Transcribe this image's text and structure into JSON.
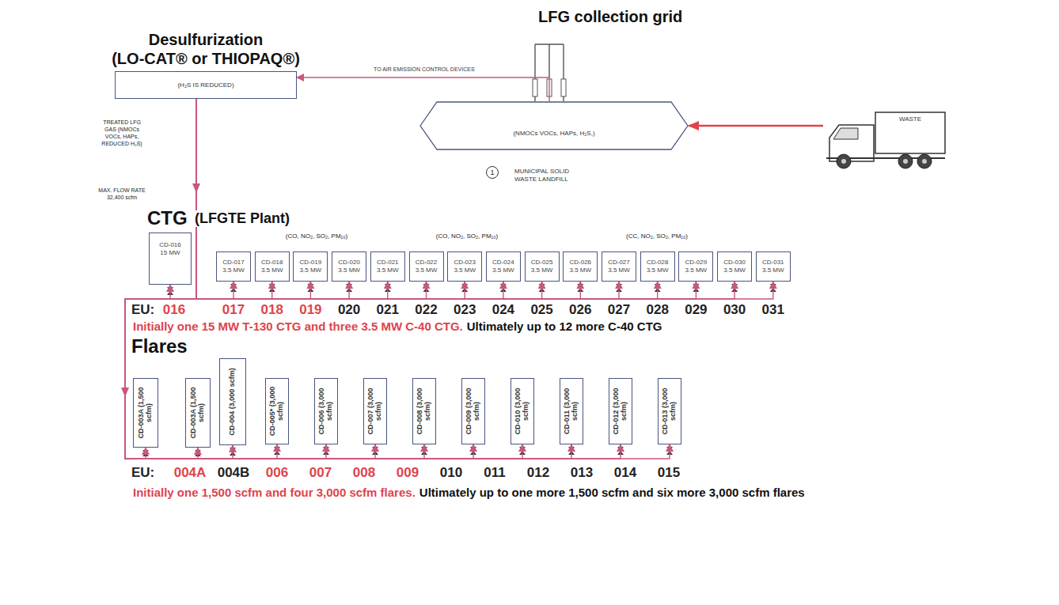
{
  "diagram": {
    "nodes": [
      {
        "text": [
          "Desulfurization",
          "(LO-CAT® or THIOPAQ®)",
          "(H₂S IS REDUCED)"
        ]
      },
      {
        "text": [
          "(NMOCs VOCs, HAPs, H₂S,)",
          "MUNICIPAL SOLID WASTE LANDFILL"
        ]
      },
      {
        "text": [
          "WASTE"
        ]
      },
      {
        "text": [
          "CD-016",
          "15 MW"
        ]
      },
      {
        "text": [
          "CD-017",
          "3.5 MW"
        ]
      },
      {
        "text": [
          "CD-018",
          "3.5 MW"
        ]
      },
      {
        "text": [
          "CD-019",
          "3.5 MW"
        ]
      },
      {
        "text": [
          "CD-020",
          "3.5 MW"
        ]
      },
      {
        "text": [
          "CD-021",
          "3.5 MW"
        ]
      },
      {
        "text": [
          "CD-022",
          "3.5 MW"
        ]
      },
      {
        "text": [
          "CD-023",
          "3.5 MW"
        ]
      },
      {
        "text": [
          "CD-024",
          "3.5 MW"
        ]
      },
      {
        "text": [
          "CD-025",
          "3.5 MW"
        ]
      },
      {
        "text": [
          "CD-026",
          "3.5 MW"
        ]
      },
      {
        "text": [
          "CD-027",
          "3.5 MW"
        ]
      },
      {
        "text": [
          "CD-028",
          "3.5 MW"
        ]
      },
      {
        "text": [
          "CD-029",
          "3.5 MW"
        ]
      },
      {
        "text": [
          "CD-030",
          "3.5 MW"
        ]
      },
      {
        "text": [
          "CD-031",
          "3.5 MW"
        ]
      },
      {
        "text": [
          "CD-003A (1,500 scfm)"
        ]
      },
      {
        "text": [
          "CD-003A (1,500 scfm)"
        ]
      },
      {
        "text": [
          "CD-004 (3,000 scfm)"
        ]
      },
      {
        "text": [
          "CD-005* (3,000 scfm)"
        ]
      },
      {
        "text": [
          "CD-006 (3,000 scfm)"
        ]
      },
      {
        "text": [
          "CD-007 (3,000 scfm)"
        ]
      },
      {
        "text": [
          "CD-008 (3,000 scfm)"
        ]
      },
      {
        "text": [
          "CD-009 (3,000 scfm)"
        ]
      },
      {
        "text": [
          "CD-010 (3,000 scfm)"
        ]
      },
      {
        "text": [
          "CD-011 (3,000 scfm)"
        ]
      },
      {
        "text": [
          "CD-012 (3,000 scfm)"
        ]
      },
      {
        "text": [
          "CD-013 (3,000 scfm)"
        ]
      }
    ],
    "edges": [
      {
        "from": 1,
        "to": 0,
        "arrow": "to",
        "label": "TO AIR EMISSION CONTROL DEVICES"
      },
      {
        "from": 2,
        "to": 1,
        "arrow": "to"
      },
      {
        "from": 0,
        "to": 3,
        "arrow": "to"
      },
      {
        "from": 0,
        "to": 4,
        "arrow": "to"
      },
      {
        "from": 0,
        "to": 5,
        "arrow": "to"
      },
      {
        "from": 0,
        "to": 6,
        "arrow": "to"
      },
      {
        "from": 0,
        "to": 7,
        "arrow": "to"
      },
      {
        "from": 0,
        "to": 8,
        "arrow": "to"
      },
      {
        "from": 0,
        "to": 9,
        "arrow": "to"
      },
      {
        "from": 0,
        "to": 10,
        "arrow": "to"
      },
      {
        "from": 0,
        "to": 11,
        "arrow": "to"
      },
      {
        "from": 0,
        "to": 12,
        "arrow": "to"
      },
      {
        "from": 0,
        "to": 13,
        "arrow": "to"
      },
      {
        "from": 0,
        "to": 14,
        "arrow": "to"
      },
      {
        "from": 0,
        "to": 15,
        "arrow": "to"
      },
      {
        "from": 0,
        "to": 16,
        "arrow": "to"
      },
      {
        "from": 0,
        "to": 17,
        "arrow": "to"
      },
      {
        "from": 0,
        "to": 18,
        "arrow": "to"
      },
      {
        "from": 0,
        "to": 19,
        "arrow": "to"
      },
      {
        "from": 0,
        "to": 20,
        "arrow": "to"
      },
      {
        "from": 0,
        "to": 21,
        "arrow": "to"
      },
      {
        "from": 0,
        "to": 22,
        "arrow": "to"
      },
      {
        "from": 0,
        "to": 23,
        "arrow": "to"
      },
      {
        "from": 0,
        "to": 24,
        "arrow": "to"
      },
      {
        "from": 0,
        "to": 25,
        "arrow": "to"
      },
      {
        "from": 0,
        "to": 26,
        "arrow": "to"
      },
      {
        "from": 0,
        "to": 27,
        "arrow": "to"
      },
      {
        "from": 0,
        "to": 28,
        "arrow": "to"
      },
      {
        "from": 0,
        "to": 29,
        "arrow": "to"
      },
      {
        "from": 0,
        "to": 30,
        "arrow": "to"
      }
    ],
    "labels": [
      "LFG collection grid",
      "1",
      "TREATED LFG GAS (NMOCs VOCs, HAPs, REDUCED H₂S)",
      "MAX. FLOW RATE 32,400 scfm",
      "CTG",
      "(LFGTE Plant)",
      "(CO, NO₂, SO₂, PM₁₀)",
      "(CO, NO₂, SO₂, PM₁₀)",
      "(CC, NO₂, SO₂, PM₁₀)",
      "EU:",
      "016",
      "017",
      "018",
      "019",
      "020",
      "021",
      "022",
      "023",
      "024",
      "025",
      "026",
      "027",
      "028",
      "029",
      "030",
      "031",
      "Initially one 15 MW T-130 CTG and three 3.5 MW C-40 CTG.",
      "Ultimately up to 12 more C-40 CTG",
      "Flares",
      "EU:",
      "004A",
      "004B",
      "006",
      "007",
      "008",
      "009",
      "010",
      "011",
      "012",
      "013",
      "014",
      "015",
      "Initially one 1,500 scfm and four 3,000 scfm flares.",
      "Ultimately up to one more 1,500 scfm and six more 3,000 scfm flares"
    ]
  }
}
